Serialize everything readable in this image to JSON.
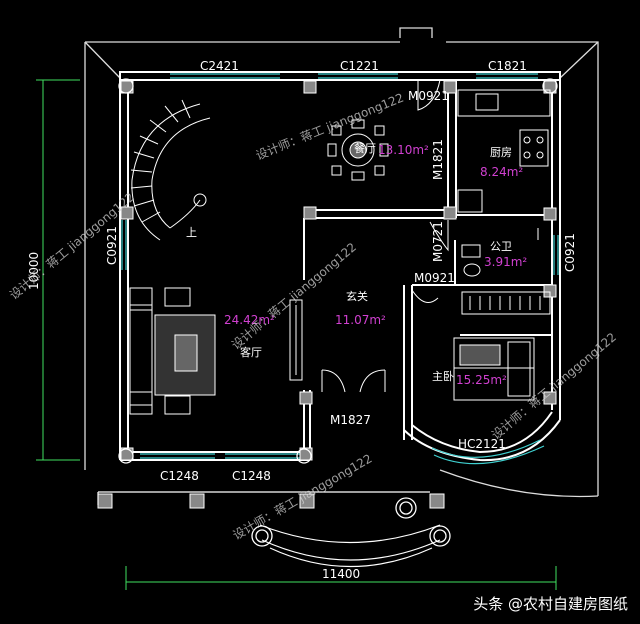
{
  "labels": {
    "window_c2421": "C2421",
    "window_c1221": "C1221",
    "window_c1821": "C1821",
    "door_m0921_top": "M0921",
    "door_m1821": "M1821",
    "door_m0721": "M0721",
    "door_m0921_right": "M0921",
    "window_c0921_right": "C0921",
    "window_c0921_left": "C0921",
    "window_c1248_a": "C1248",
    "window_c1248_b": "C1248",
    "door_m1827": "M1827",
    "window_hc2121": "HC2121",
    "dim_bottom": "11400",
    "dim_left": "10000",
    "stair_up": "上"
  },
  "rooms": [
    {
      "name": "餐厅",
      "area": "13.10m²"
    },
    {
      "name": "厨房",
      "area": "8.24m²"
    },
    {
      "name": "公卫",
      "area": "3.91m²"
    },
    {
      "name": "玄关",
      "area": "11.07m²"
    },
    {
      "name": "客厅",
      "area": "24.42m²"
    },
    {
      "name": "主卧",
      "area": "15.25m²"
    }
  ],
  "watermarks": [
    "设计师：蒋工 jianggong122",
    "设计师：蒋工 jianggong122",
    "设计师：蒋工 jianggong122",
    "设计师：蒋工 jianggong122",
    "设计师：蒋工 jianggong122"
  ],
  "credit": "头条 @农村自建房图纸",
  "colors": {
    "wall": "#ffffff",
    "window": "#3fd0d0",
    "dim": "#40e060",
    "text": "#ffffff",
    "area": "#d040d0"
  }
}
